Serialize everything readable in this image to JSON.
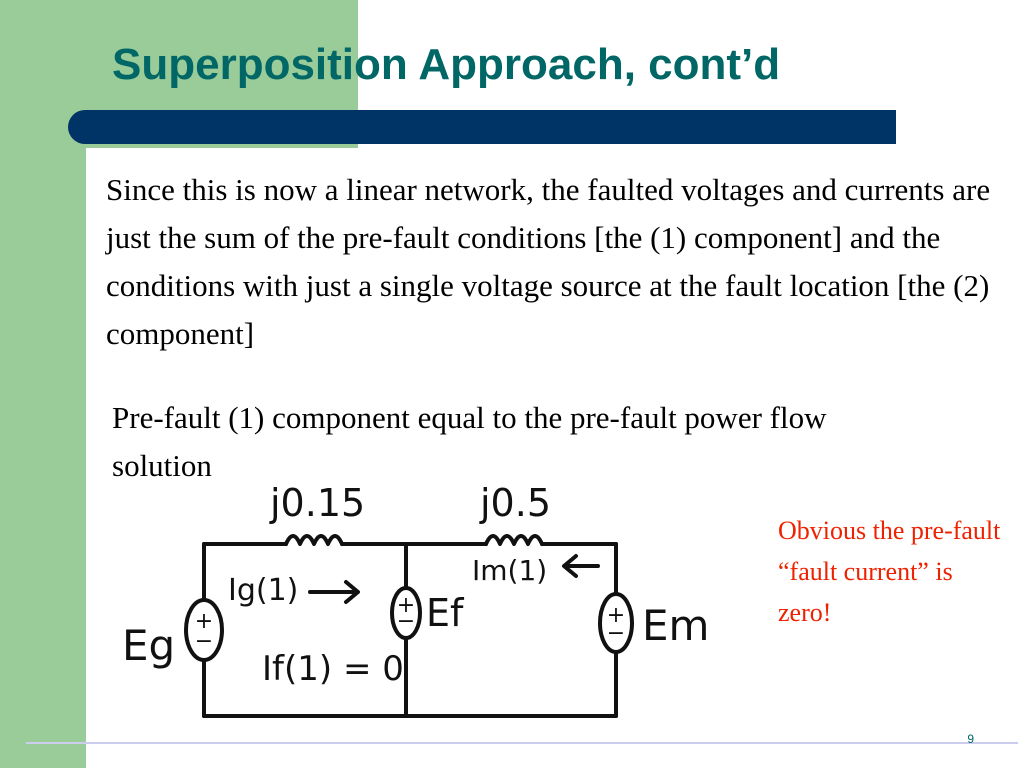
{
  "slide": {
    "title": "Superposition Approach, cont’d",
    "paragraph": "Since this is now a linear network, the faulted voltages and currents are just the sum of the pre-fault conditions [the (1) component] and the conditions with just a single voltage source at the fault location [the (2) component]",
    "subpoint": "Pre-fault (1) component equal to the pre-fault power flow solution",
    "note": "Obvious the pre-fault “fault current” is zero!",
    "page_number": "9"
  },
  "colors": {
    "sidebar_green": "#99cc99",
    "title_teal": "#006666",
    "bar_navy": "#003366",
    "note_red": "#ee2200"
  },
  "circuit": {
    "left_impedance": "j0.15",
    "right_impedance": "j0.5",
    "source_left": "Eg",
    "source_middle": "Ef",
    "source_right": "Em",
    "current_left": "Ig(1)",
    "current_right": "Im(1)",
    "fault_current": "If(1) = 0"
  }
}
